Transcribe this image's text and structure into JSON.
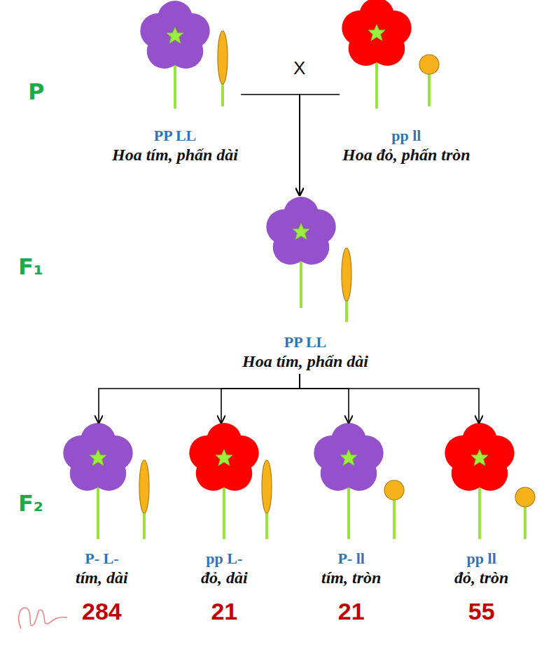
{
  "diagram": {
    "nodes": [
      {
        "text": [
          "PP LL",
          "Hoa tím, phấn dài"
        ]
      },
      {
        "text": [
          "pp ll",
          "Hoa đỏ, phấn tròn"
        ]
      },
      {
        "text": [
          "PP LL",
          "Hoa tím, phấn dài"
        ]
      },
      {
        "text": [
          "P- L-",
          "tím, dài",
          "284"
        ]
      },
      {
        "text": [
          "pp L-",
          "đỏ, dài",
          "21"
        ]
      },
      {
        "text": [
          "P- ll",
          "tím, tròn",
          "21"
        ]
      },
      {
        "text": [
          "pp ll",
          "đỏ, tròn",
          "55"
        ]
      }
    ],
    "edges": [
      {
        "from": 0,
        "to": 2,
        "arrow": "to"
      },
      {
        "from": 1,
        "to": 2,
        "arrow": "to"
      },
      {
        "from": 2,
        "to": 3,
        "arrow": "to"
      },
      {
        "from": 2,
        "to": 4,
        "arrow": "to"
      },
      {
        "from": 2,
        "to": 5,
        "arrow": "to"
      },
      {
        "from": 2,
        "to": 6,
        "arrow": "to"
      }
    ],
    "labels": [
      "P",
      "X",
      "F₁",
      "F₂"
    ]
  }
}
